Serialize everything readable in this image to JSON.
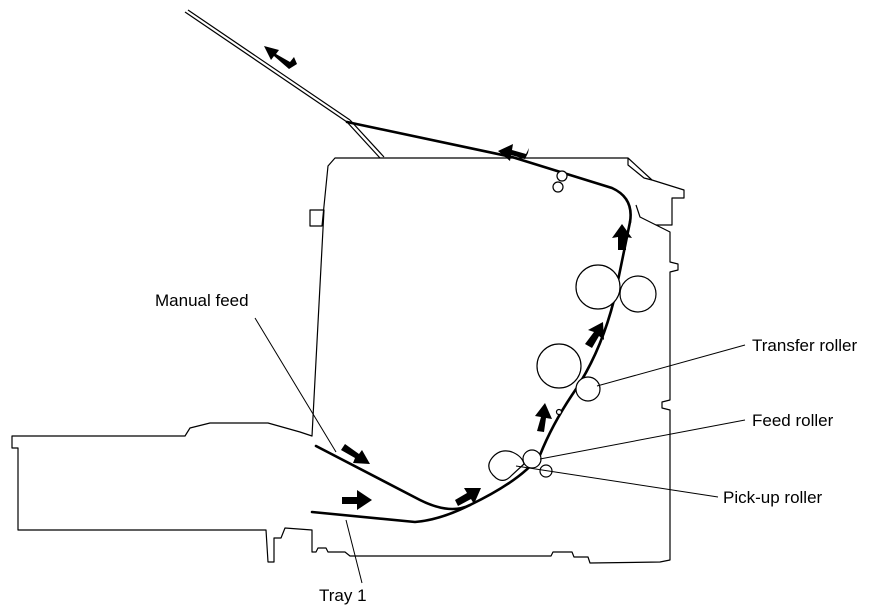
{
  "labels": {
    "manual_feed": "Manual feed",
    "transfer_roller": "Transfer roller",
    "feed_roller": "Feed roller",
    "pickup_roller": "Pick-up roller",
    "tray1": "Tray 1"
  },
  "colors": {
    "line": "#000000",
    "background": "#ffffff"
  }
}
